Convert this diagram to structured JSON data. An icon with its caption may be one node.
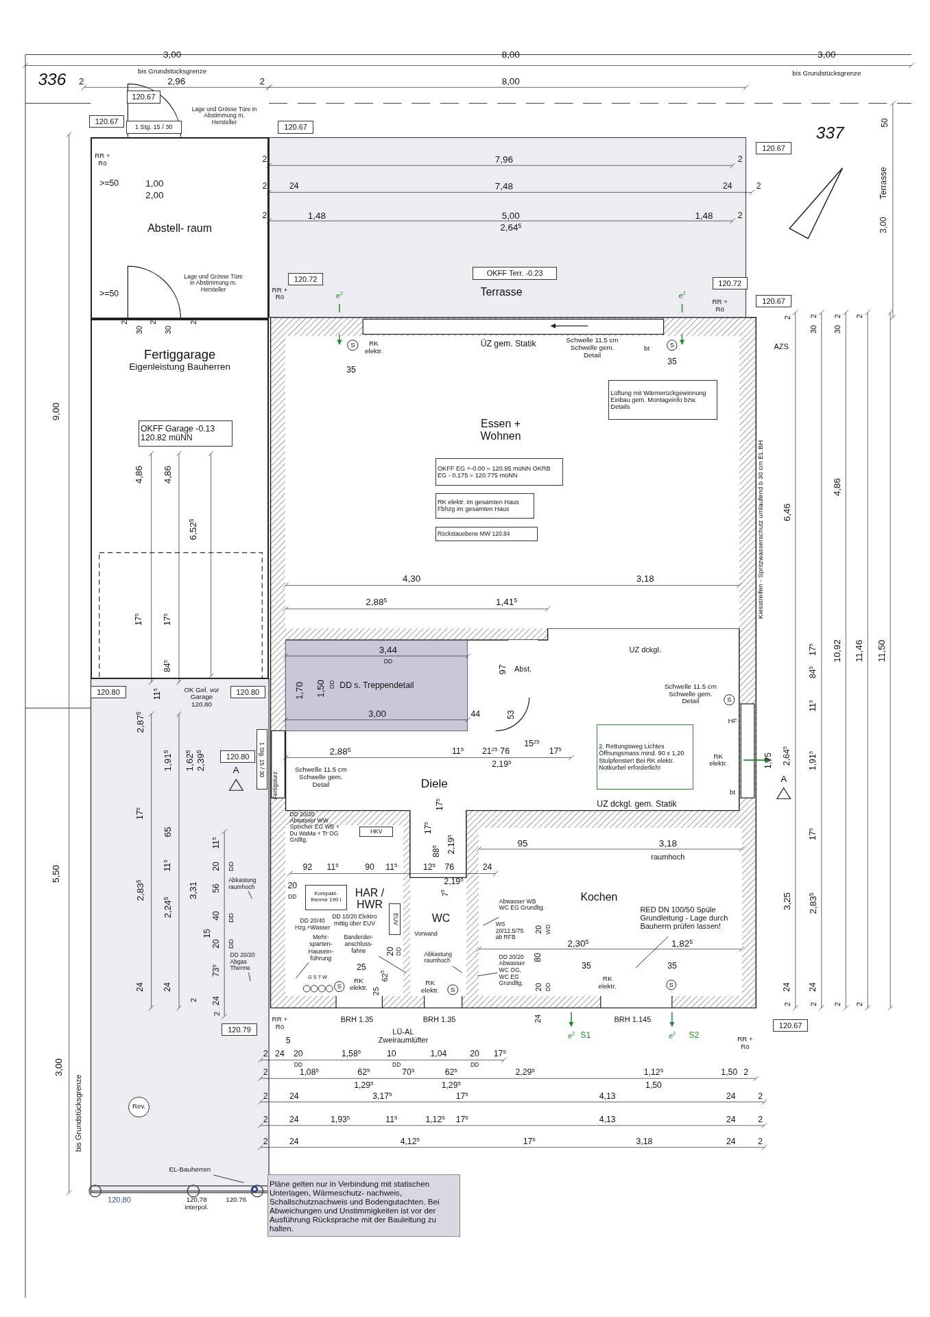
{
  "diagram": {
    "nodes": [
      {
        "text": [
          "Abstell- raum"
        ]
      },
      {
        "text": [
          "1 Stg. 15 / 30"
        ]
      },
      {
        "text": [
          "120.67"
        ]
      },
      {
        "text": [
          "120.67"
        ]
      },
      {
        "text": [
          "120.67"
        ]
      },
      {
        "text": [
          "120.67"
        ]
      },
      {
        "text": [
          "Terrasse"
        ]
      },
      {
        "text": [
          "OKFF Terr. -0.23"
        ],
        "in": 6
      },
      {
        "text": [
          "120.72"
        ],
        "in": 6
      },
      {
        "text": [
          "120.72"
        ],
        "in": 6
      },
      {
        "text": [
          "120.67"
        ]
      },
      {
        "text": [
          "Essen + Wohnen"
        ]
      },
      {
        "text": [
          "Lüftung mit Wärmerückgewinnung Einbau gem. Montageinfo bzw. Details"
        ],
        "in": 11
      },
      {
        "text": [
          "OKFF EG +-0.00 = 120.95 müNN OKRB EG - 0.175 = 120.775 müNN"
        ],
        "in": 11
      },
      {
        "text": [
          "RK elektr. im gesamten Haus Fbhzg im gesamten Haus"
        ],
        "in": 11
      },
      {
        "text": [
          "Rückstauebene MW 120.84"
        ],
        "in": 11
      },
      {
        "text": [
          "Fertiggarage",
          "Eigenleistung Bauherren"
        ]
      },
      {
        "text": [
          "OKFF Garage -0.13 120.82 müNN"
        ],
        "in": 16
      },
      {
        "text": [
          "120.80"
        ]
      },
      {
        "text": [
          "120.80"
        ]
      },
      {
        "text": [
          "120.80"
        ]
      },
      {
        "text": [
          "1 Stg. 15 / 30"
        ]
      },
      {
        "text": [
          "DD s. Treppendetail"
        ]
      },
      {
        "text": [
          "Abst."
        ]
      },
      {
        "text": [
          "2. Rettungsweg Lichtes Öffnungsmass mind. 90 x 1,20 Stulpfenster! Bei RK elektr. Notkurbel erforderlich!"
        ]
      },
      {
        "text": [
          "HAR / HWR"
        ]
      },
      {
        "text": [
          "Kompakt- therme 190 l"
        ],
        "in": 25
      },
      {
        "text": [
          "HKV"
        ],
        "in": 25
      },
      {
        "text": [
          "EUV"
        ],
        "in": 25
      },
      {
        "text": [
          "WC"
        ]
      },
      {
        "text": [
          "Kochen"
        ]
      },
      {
        "text": [
          "120.79"
        ]
      },
      {
        "text": [
          "120.67"
        ]
      },
      {
        "text": [
          "Rev."
        ]
      },
      {
        "text": [
          "Pläne gelten nur in Verbindung mit statischen Unterlagen, Wärmeschutz- nachweis, Schallschutznachweis und Bodengutachten. Bei Abweichungen und Unstimmigkeiten ist vor der Ausführung Rücksprache mit der Bauleitung zu halten."
        ]
      },
      {
        "text": [
          "Abkastung raumhoch"
        ]
      },
      {
        "text": [
          "DD 20/20 Abgas Therme"
        ]
      },
      {
        "text": [
          "Mehr- sparten- Hausein- führung"
        ],
        "in": 25
      },
      {
        "text": [
          "Banderder- anschluss- fahne"
        ],
        "in": 25
      },
      {
        "text": [
          "Abwasser WB WC EG Grundltg."
        ],
        "in": 30
      },
      {
        "text": [
          "DD 20/20 Abwasser WC OG, WC EG Grundltg."
        ],
        "in": 30
      },
      {
        "text": [
          "Abkastung raumhoch"
        ],
        "in": 29
      },
      {
        "text": [
          "RED DN 100/50 Spüle Grundleitung - Lage durch Bauherrn prüfen lassen!"
        ],
        "in": 30
      },
      {
        "text": [
          "EL-Bauherren"
        ]
      }
    ],
    "edges": [
      {
        "from": 35,
        "to": null,
        "arrow": "none"
      },
      {
        "from": 36,
        "to": null,
        "arrow": "none"
      },
      {
        "from": 37,
        "to": null,
        "arrow": "none"
      },
      {
        "from": 38,
        "to": null,
        "arrow": "none"
      },
      {
        "from": 39,
        "to": null,
        "arrow": "none"
      },
      {
        "from": 40,
        "to": null,
        "arrow": "none"
      },
      {
        "from": 41,
        "to": null,
        "arrow": "none"
      },
      {
        "from": 42,
        "to": null,
        "arrow": "none"
      },
      {
        "from": 43,
        "to": null,
        "arrow": "none"
      }
    ],
    "labels": [
      "336",
      "2",
      "3,00",
      "bis Grundstücksgrenze",
      "8,00",
      "3,00",
      "bis Grundstücksgrenze",
      "2,96",
      "2",
      "8,00",
      "Lage und Grösse Türe in Abstimmung m. Hersteller",
      "337",
      "50",
      "3,00",
      "Terrasse",
      "RR + Rö",
      ">=50",
      "1,00",
      "2,00",
      "2",
      "7,96",
      "2",
      "2",
      "24",
      "7,48",
      "24",
      "2",
      "2",
      "1,48",
      "5,00",
      "2,64$^{5}$",
      "1,48",
      "2",
      ">=50",
      "Lage und Grösse Türe in Abstimmung m. Hersteller",
      "RR + Rö",
      "e$^{2}$",
      "e$^{2}$",
      "RR + Rö",
      "9,00",
      "2",
      "30",
      "2",
      "30",
      "2",
      "2",
      "2",
      "30",
      "2",
      "30",
      "2",
      "RK elektr.",
      "ÜZ gem. Statik",
      "Schwelle 11.5 cm Schwelle gem. Detail",
      "bt",
      "35",
      "35",
      "AZS",
      "Kiesstreifen - Spritzwasserschutz umlaufend b 30 cm EL BH",
      "6,46",
      "4,86",
      "4,86",
      "4,86",
      "6,52$^{5}$",
      "4,30",
      "3,18",
      "2,88$^{5}$",
      "1,41$^{5}$",
      "17$^{5}$",
      "17$^{5}$",
      "84$^{5}$",
      "17$^{5}$",
      "84$^{5}$",
      "10,92",
      "11,46",
      "11,50",
      "3,44",
      "DD",
      "1,70",
      "1,50",
      "DD",
      "3,00",
      "97",
      "44",
      "53",
      "UZ dckgl.",
      "11$^{5}$",
      "OK Gel. vor Garage 120.80",
      "Schwelle 11.5 cm Schwelle gem. Detail",
      "11$^{5}$",
      "HF",
      "2,87$^{5}$",
      "2,88$^{5}$",
      "11$^{5}$",
      "21$^{25}$",
      "76",
      "15$^{25}$",
      "17$^{5}$",
      "2,19$^{5}$",
      "1,91$^{5}$",
      "1,62$^{5}$",
      "2,39$^{5}$",
      "A",
      "RK elektr.",
      "1,75",
      "2,64$^{5}$",
      "1,91$^{5}$",
      "A",
      "Fertigsturz",
      "Schwelle 11.5 cm Schwelle gem. Detail",
      "bt",
      "Diele",
      "UZ dckgl. gem. Statik",
      "17$^{5}$",
      "65",
      "DD 20/20 Abwasser WW Speicher EG WB + Du WaMa + Tr OG Grdltg.",
      "17$^{5}$",
      "17$^{5}$",
      "17$^{5}$",
      "11$^{5}$",
      "88$^{5}$",
      "2,19$^{5}$",
      "95",
      "3,18",
      "raumhoch",
      "11$^{5}$",
      "20",
      "DD",
      "92",
      "11$^{5}$",
      "90",
      "11$^{5}$",
      "12$^{5}$",
      "76",
      "24",
      "2,19$^{5}$",
      "56",
      "20",
      "DD",
      "5,50",
      "2,83$^{5}$",
      "2,24$^{5}$",
      "3,31",
      "7$^{5}$",
      "3,25",
      "2,83$^{5}$",
      "40",
      "DD",
      "15",
      "20",
      "DD",
      "DD 20/40 Hzg.+Wasser",
      "DD 10/20 Elektro mittig über EUV",
      "Vorwand",
      "WS 20/12.5/75 ab RFB",
      "20",
      "WD",
      "2,30$^{5}$",
      "1,82$^{5}$",
      "20",
      "DD",
      "25",
      "80",
      "35",
      "35",
      "24",
      "24",
      "62$^{5}$",
      "73$^{5}$",
      "G S T W",
      "RK elektr.",
      "25",
      "RK elektr.",
      "20",
      "DD",
      "RK elektr.",
      "24",
      "24",
      "24",
      "2",
      "2",
      "2",
      "2",
      "2",
      "2",
      "24",
      "BRH 1.35",
      "BRH 1.35",
      "BRH 1.145",
      "RR + Rö",
      "5",
      "LÜ-AL Zweiraumlüfter",
      "e$^{2}$",
      "S1",
      "e$^{2}$",
      "S2",
      "RR + Rö",
      "2",
      "24",
      "20",
      "1,58$^{5}$",
      "10",
      "1,04",
      "20",
      "17$^{5}$",
      "DD",
      "DD",
      "DD",
      "2",
      "1,08$^{5}$",
      "62$^{5}$",
      "70$^{5}$",
      "62$^{5}$",
      "2,29$^{5}$",
      "1,12$^{5}$",
      "1,50",
      "2",
      "1,29$^{5}$",
      "1,29$^{5}$",
      "1,50",
      "2",
      "24",
      "3,17$^{5}$",
      "17$^{5}$",
      "4,13",
      "24",
      "2",
      "2",
      "24",
      "1,93$^{5}$",
      "11$^{5}$",
      "1,12$^{5}$",
      "17$^{5}$",
      "4,13",
      "24",
      "2",
      "2",
      "24",
      "4,12$^{5}$",
      "17$^{5}$",
      "3,18",
      "24",
      "2",
      "3,00",
      "bis Grundstücksgrenze",
      "120,80",
      "120,78 interpol.",
      "120.76",
      "S",
      "S",
      "S",
      "S",
      "S",
      "S"
    ]
  }
}
